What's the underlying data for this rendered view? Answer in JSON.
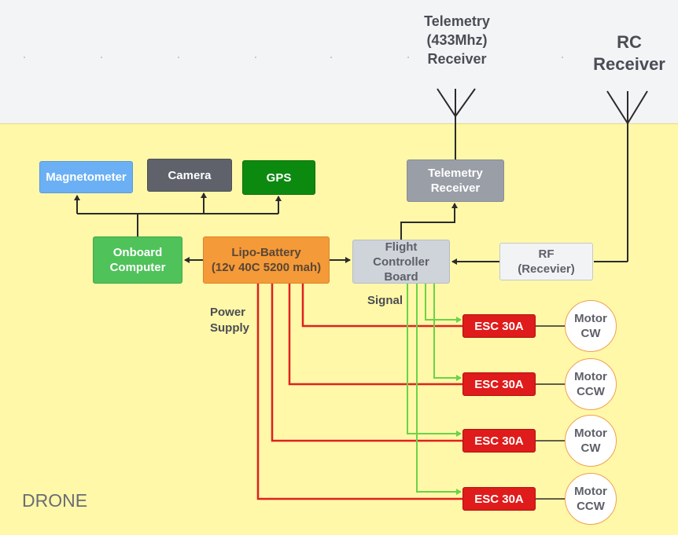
{
  "external": {
    "telemetry_receiver": "Telemetry\n(433Mhz)\nReceiver",
    "rc_receiver": "RC\nReceiver"
  },
  "zone_label": "DRONE",
  "nodes": {
    "magnetometer": "Magnetometer",
    "camera": "Camera",
    "gps": "GPS",
    "onboard_computer": "Onboard\nComputer",
    "battery": "Lipo-Battery\n(12v 40C 5200 mah)",
    "flight_controller": "Flight\nController\nBoard",
    "telemetry_receiver": "Telemetry\nReceiver",
    "rf_receiver": "RF\n(Recevier)"
  },
  "escs": [
    "ESC 30A",
    "ESC 30A",
    "ESC 30A",
    "ESC 30A"
  ],
  "motors": [
    "Motor\nCW",
    "Motor\nCCW",
    "Motor\nCW",
    "Motor\nCCW"
  ],
  "annotations": {
    "power_supply": "Power\nSupply",
    "signal": "Signal"
  },
  "colors": {
    "magnetometer": "#6bb0f5",
    "camera": "#5f626b",
    "gps": "#0c8a10",
    "onboard_computer": "#4fc25a",
    "battery": "#f49a38",
    "flight_controller": "#cfd3da",
    "telemetry_receiver": "#9a9ea6",
    "rf_receiver": "#f2f3f5",
    "esc": "#e01b1b",
    "power_wire": "#e02020",
    "signal_wire": "#6cd24a",
    "connector": "#2b2b2b",
    "zone_fill": "#fff8a8"
  }
}
